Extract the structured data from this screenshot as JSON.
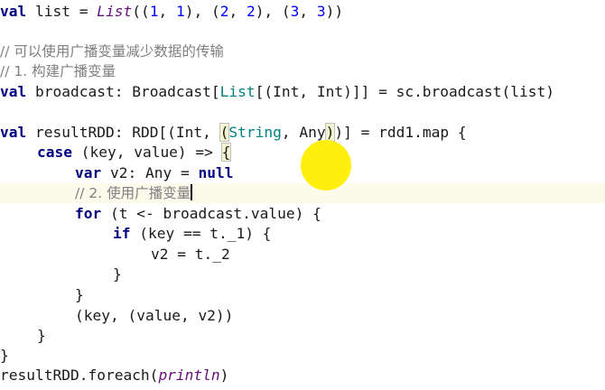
{
  "code": {
    "l1": {
      "kw": "val",
      "rest1": " list = ",
      "italic_list": "List",
      "rest2": "((",
      "n1": "1",
      "c1": ", ",
      "n2": "1",
      "r3": "), (",
      "n3": "2",
      "c2": ", ",
      "n4": "2",
      "r4": "), (",
      "n5": "3",
      "c3": ", ",
      "n6": "3",
      "r5": "))"
    },
    "l3": "// 可以使用广播变量减少数据的传输",
    "l4": "// 1. 构建广播变量",
    "l5": {
      "kw": "val",
      "a": " broadcast: Broadcast[",
      "list": "List",
      "b": "[(Int, Int)]] = sc.broadcast(list)"
    },
    "l7": {
      "kw": "val",
      "a": " resultRDD: RDD[(Int, ",
      "paren": "(",
      "string": "String",
      "b": ", Any",
      "paren2": ")",
      "c": ")] = rdd1.map {"
    },
    "l8": {
      "kw": "case",
      "a": " (key, value) => ",
      "brace": "{"
    },
    "l9": {
      "kw": "var",
      "a": " v2: Any = ",
      "kw2": "null"
    },
    "l10": "// 2. 使用广播变量",
    "l11": {
      "kw": "for",
      "a": " (t <- broadcast.value) {"
    },
    "l12": {
      "kw": "if",
      "a": " (key == t._1) {"
    },
    "l13": "v2 = t._2",
    "l14": "}",
    "l15": "}",
    "l16": "(key, (value, v2))",
    "l17": "}",
    "l18": "}",
    "l19": {
      "a": "resultRDD.foreach(",
      "italic": "println",
      "b": ")"
    }
  },
  "colors": {
    "keyword": "#000080",
    "number": "#0000ff",
    "comment": "#808080",
    "current_line": "#fcfaeb",
    "cursor_highlight": "#ffee00"
  }
}
